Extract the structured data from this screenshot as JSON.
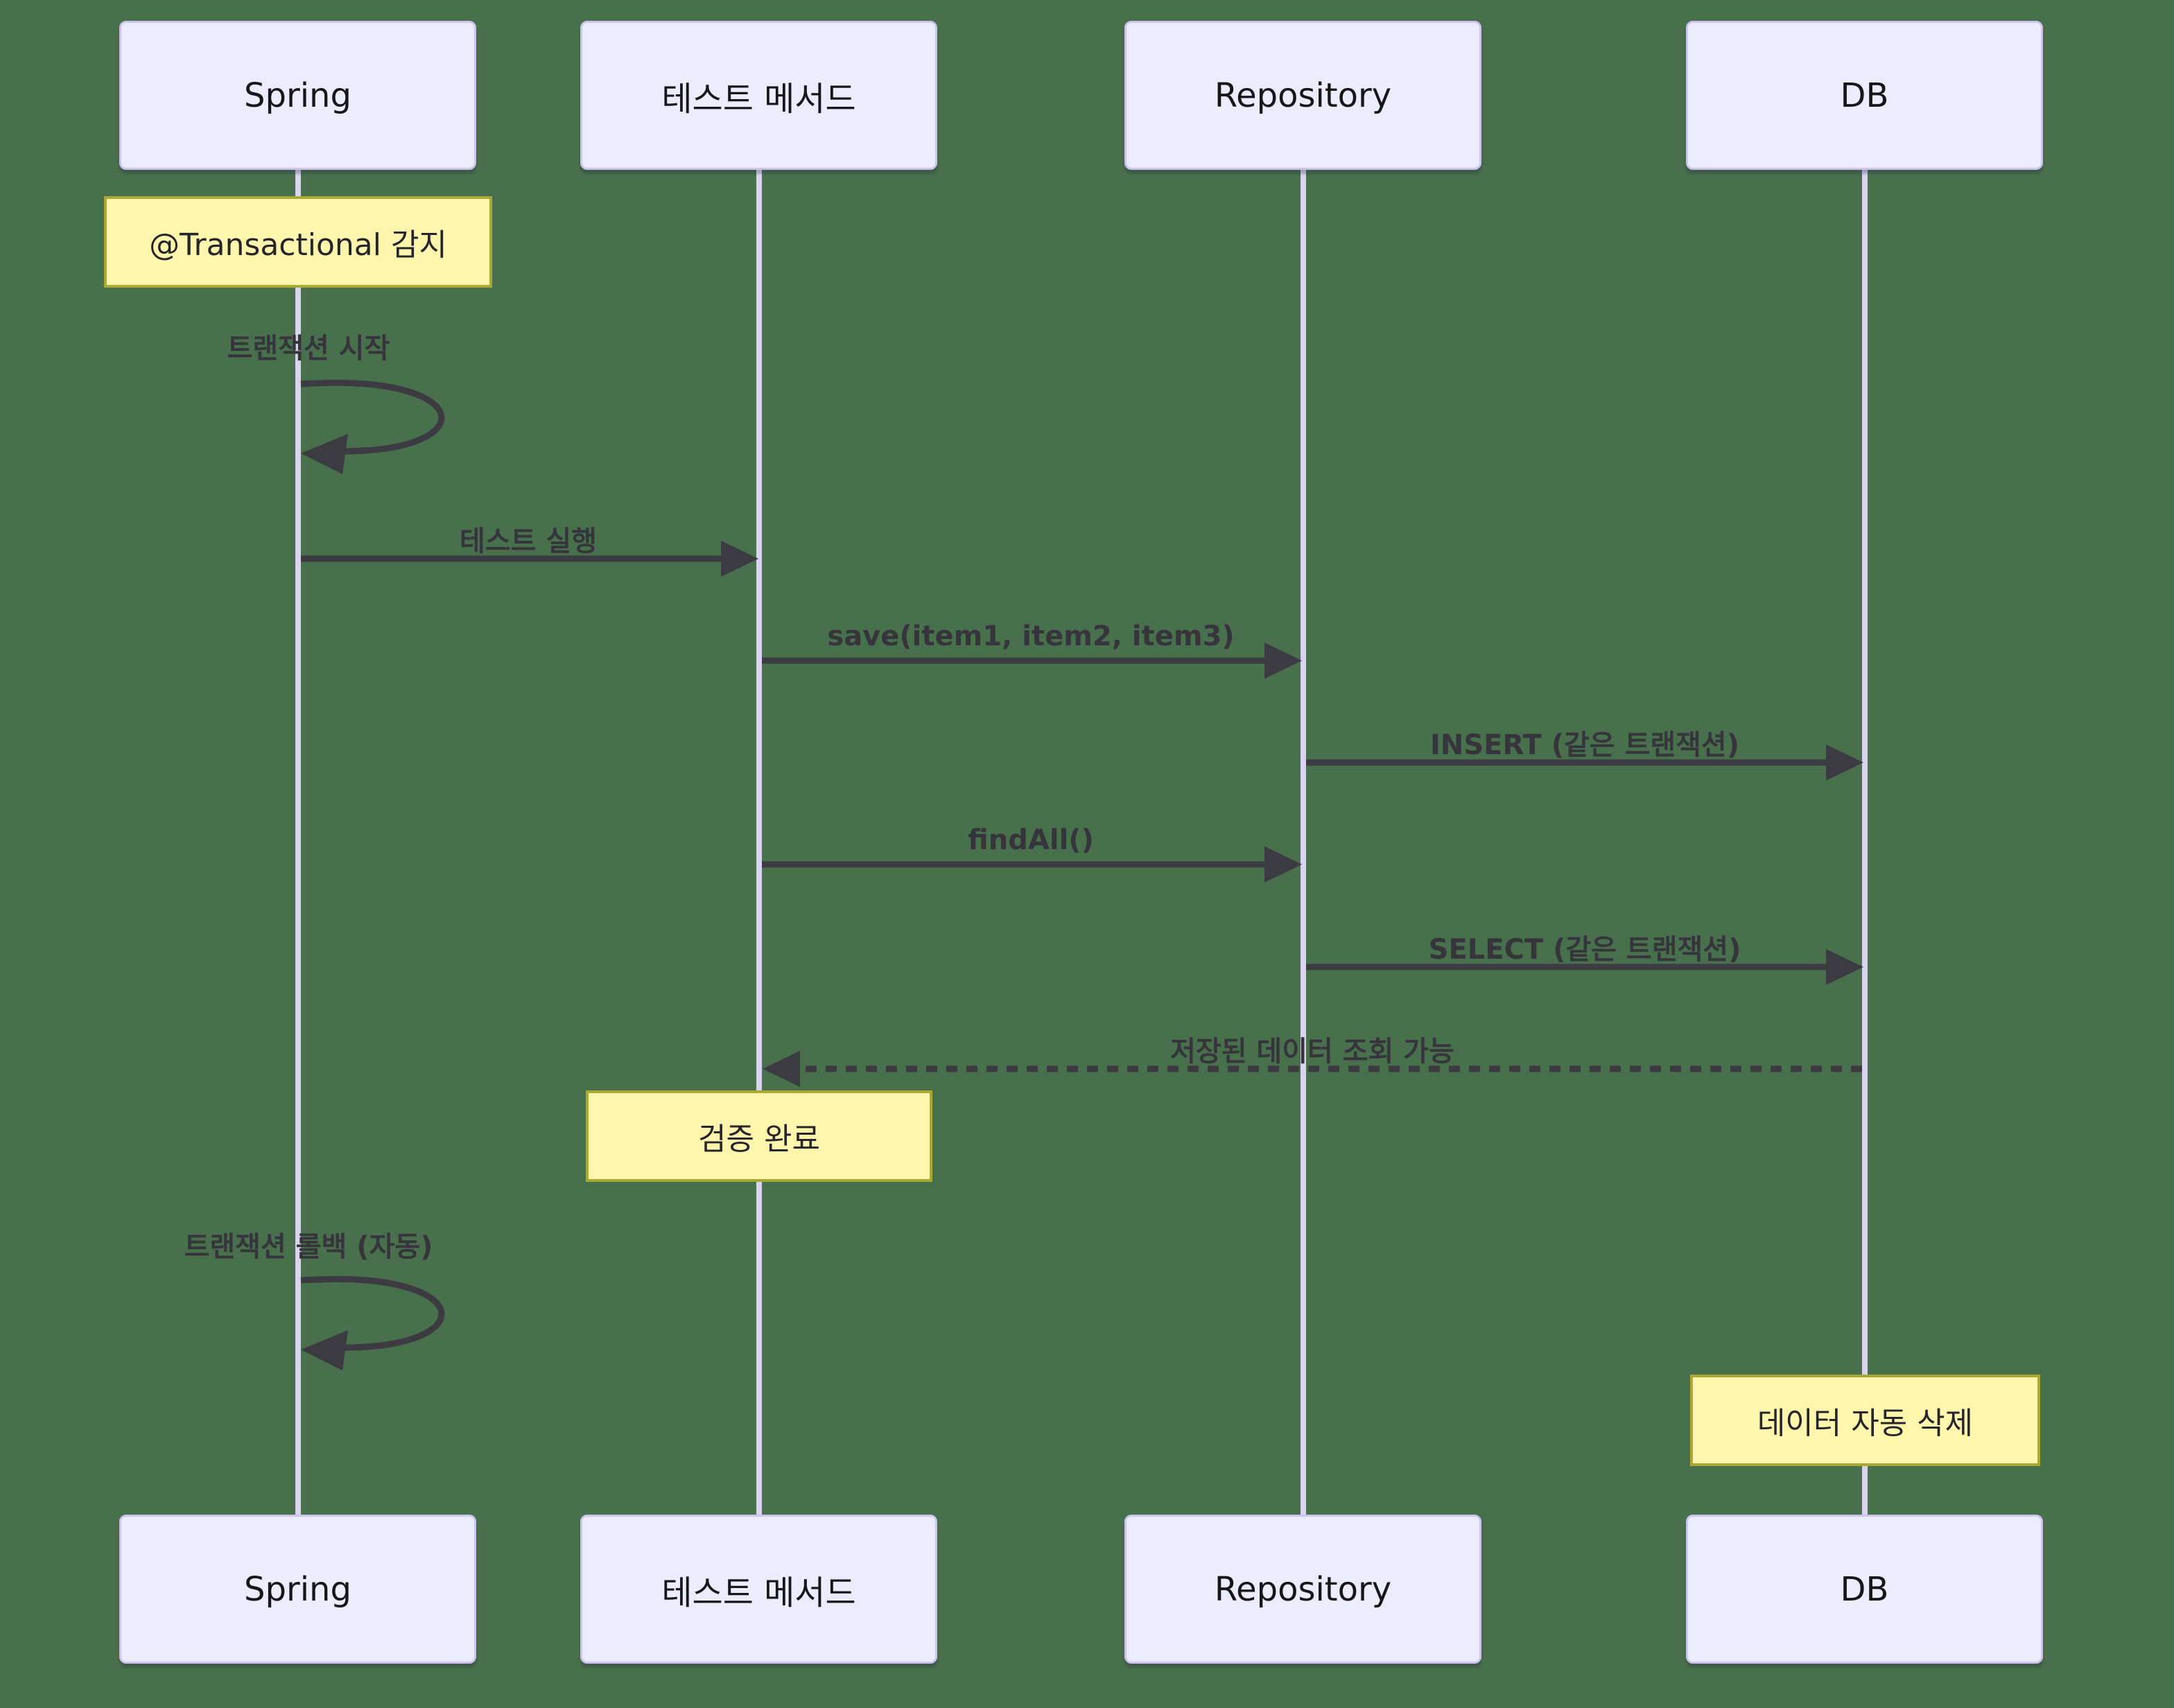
{
  "diagram": {
    "type": "sequence-diagram",
    "colors": {
      "background": "#48704c",
      "actor_fill": "#ececff",
      "actor_border": "#cdc5ee",
      "lifeline": "#d9d2f0",
      "note_fill": "#fff5ad",
      "note_border": "#a9a934",
      "line": "#3b3b41",
      "text": "#35353b"
    },
    "participants": [
      {
        "id": "spring",
        "label": "Spring"
      },
      {
        "id": "test-method",
        "label": "테스트 메서드"
      },
      {
        "id": "repository",
        "label": "Repository"
      },
      {
        "id": "db",
        "label": "DB"
      }
    ],
    "notes": [
      {
        "over": "Spring",
        "text": "@Transactional 감지"
      },
      {
        "over": "테스트 메서드",
        "text": "검증 완료"
      },
      {
        "over": "DB",
        "text": "데이터 자동 삭제"
      }
    ],
    "messages": [
      {
        "from": "Spring",
        "to": "Spring",
        "label": "트랜잭션 시작",
        "line": "self-loop"
      },
      {
        "from": "Spring",
        "to": "테스트 메서드",
        "label": "테스트 실행",
        "line": "solid"
      },
      {
        "from": "테스트 메서드",
        "to": "Repository",
        "label": "save(item1, item2, item3)",
        "line": "solid"
      },
      {
        "from": "Repository",
        "to": "DB",
        "label": "INSERT (같은 트랜잭션)",
        "line": "solid"
      },
      {
        "from": "테스트 메서드",
        "to": "Repository",
        "label": "findAll()",
        "line": "solid"
      },
      {
        "from": "Repository",
        "to": "DB",
        "label": "SELECT (같은 트랜잭션)",
        "line": "solid"
      },
      {
        "from": "DB",
        "to": "테스트 메서드",
        "label": "저장된 데이터 조회 가능",
        "line": "dashed"
      },
      {
        "from": "Spring",
        "to": "Spring",
        "label": "트랜잭션 롤백 (자동)",
        "line": "self-loop"
      }
    ]
  }
}
